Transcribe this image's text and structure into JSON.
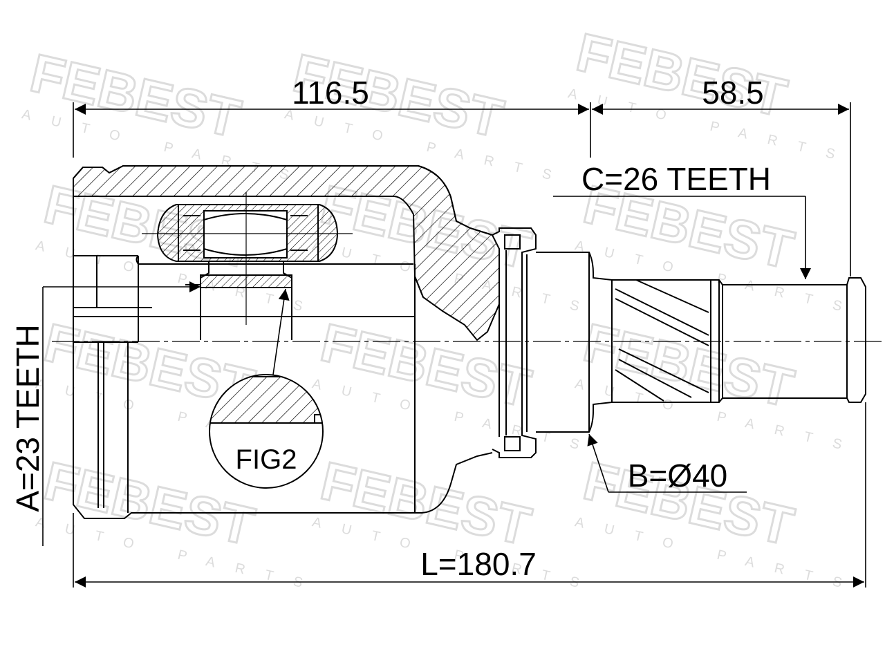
{
  "drawing": {
    "watermark_text": "FEBEST",
    "watermark_subtext": "AUTO PARTS",
    "dim_top_left": "116.5",
    "dim_top_right": "58.5",
    "label_c": "C=26 TEETH",
    "label_a": "A=23 TEETH",
    "label_b": "B=Ø40",
    "label_l": "L=180.7",
    "label_fig": "FIG2",
    "line_color": "#000000",
    "watermark_color": "#e6e6e6"
  }
}
